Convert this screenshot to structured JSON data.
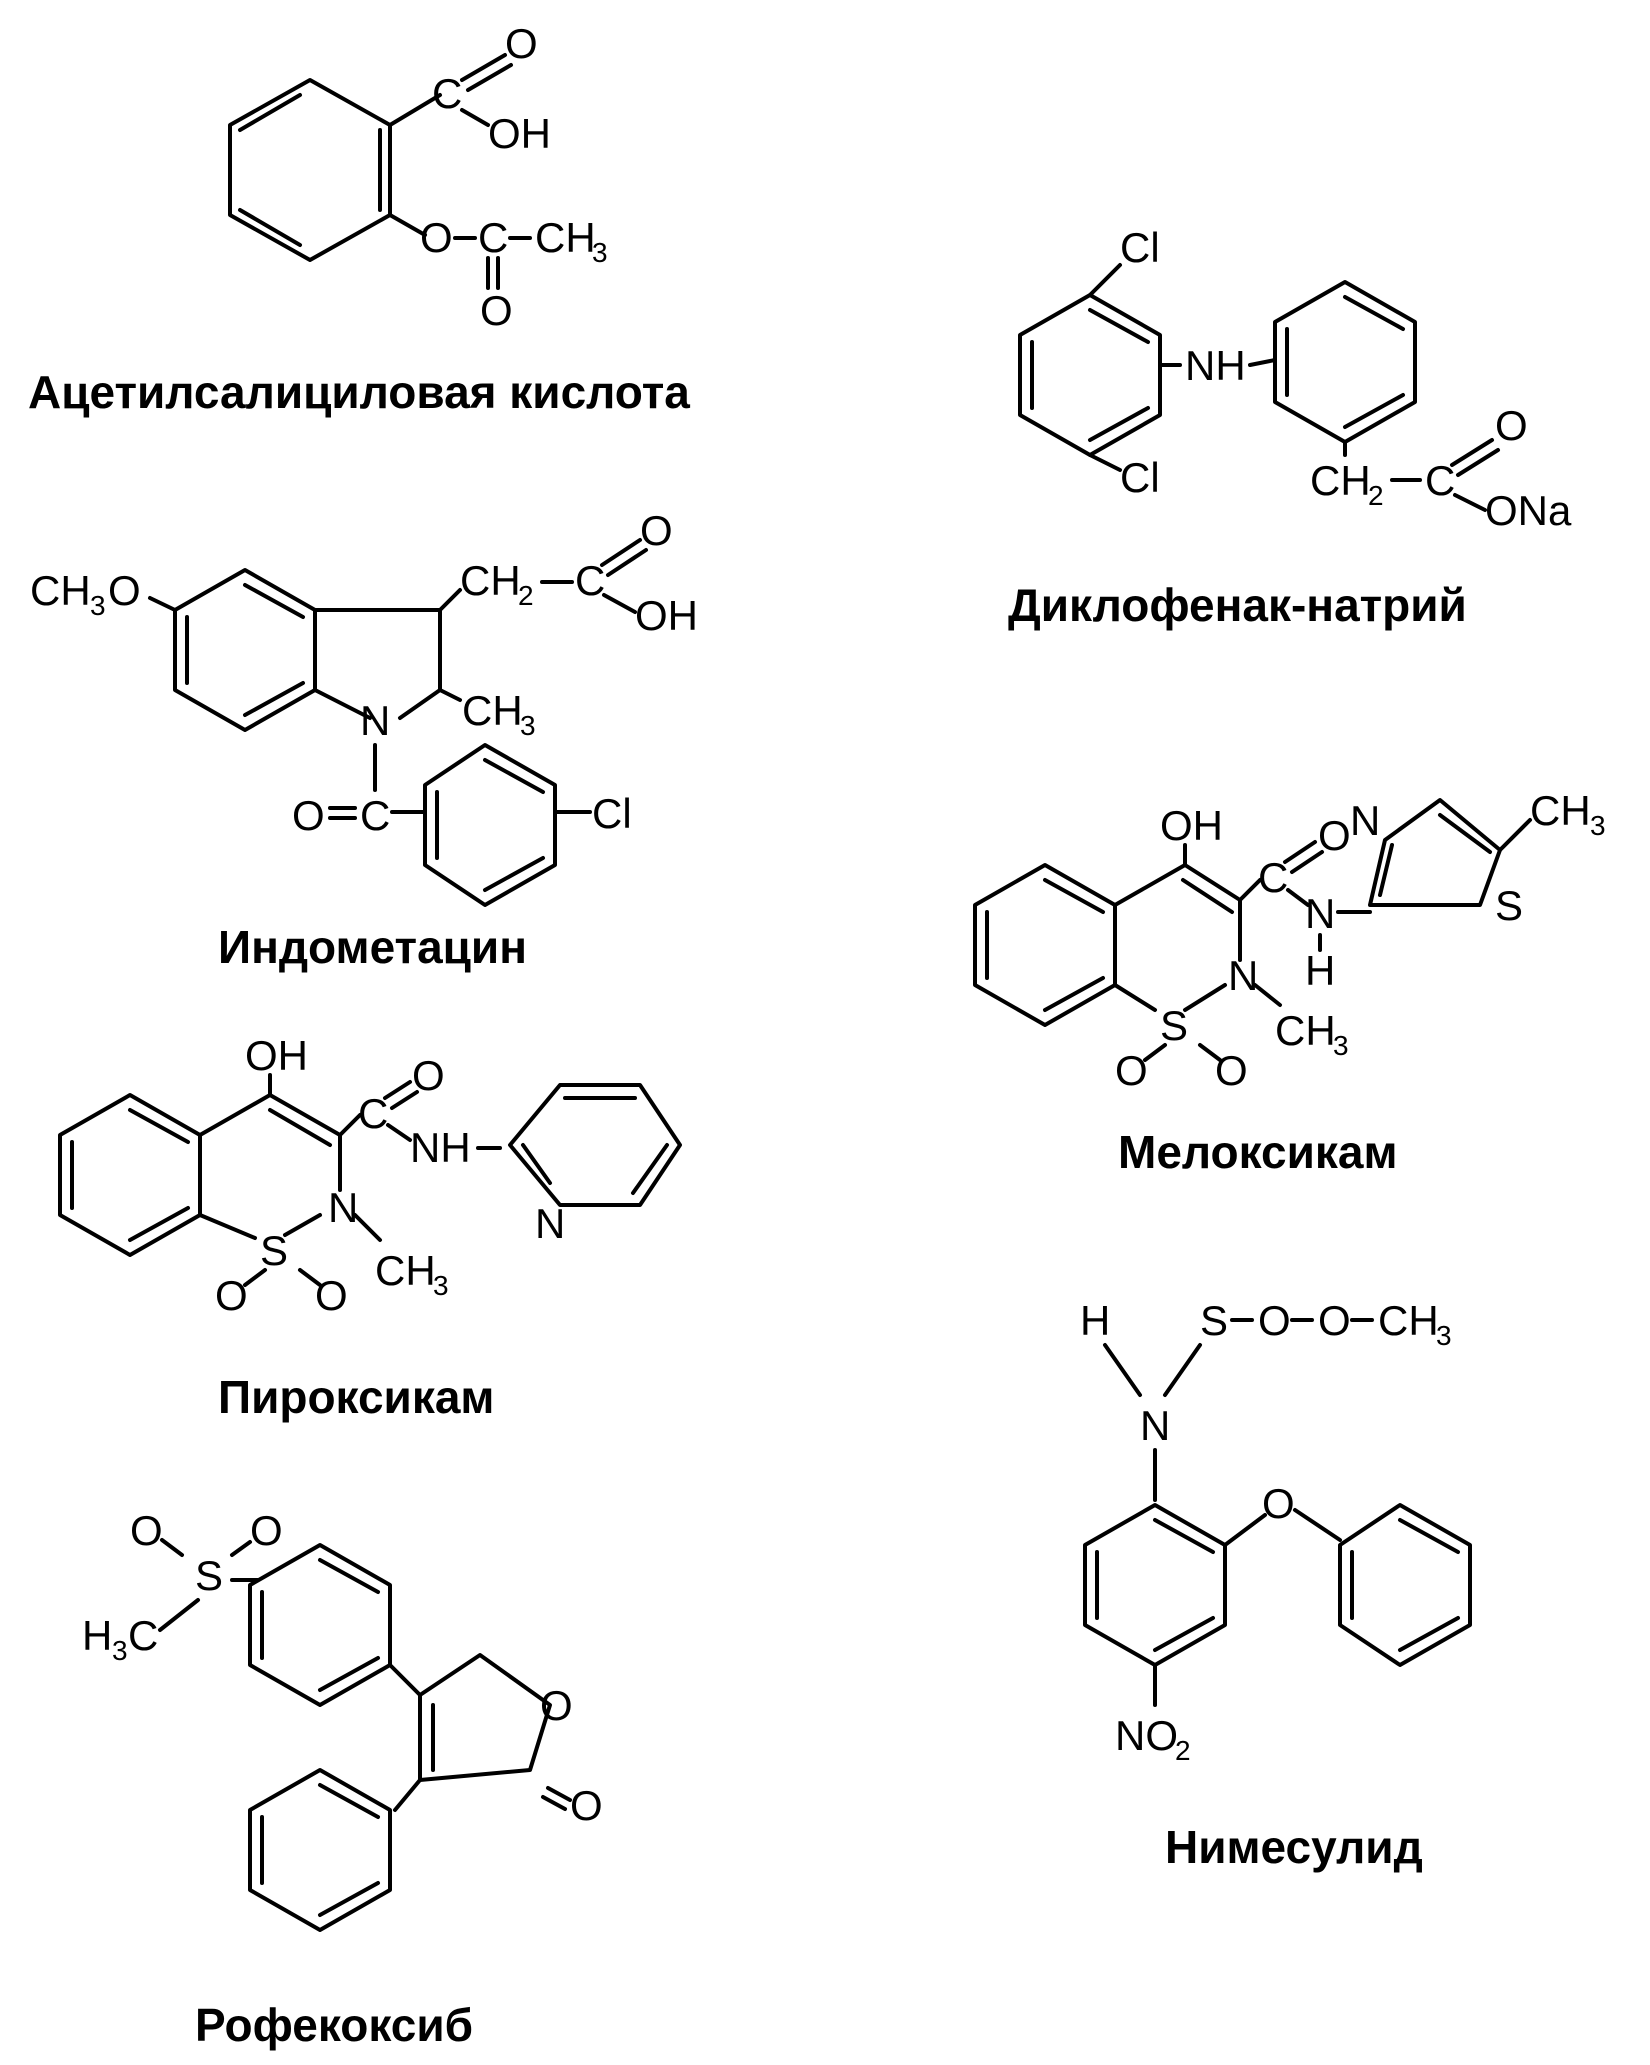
{
  "compounds": [
    {
      "id": "aspirin",
      "name": "Ацетилсалициловая кислота"
    },
    {
      "id": "diclofenac",
      "name": "Диклофенак-натрий"
    },
    {
      "id": "indomethacin",
      "name": "Индометацин"
    },
    {
      "id": "meloxicam",
      "name": "Мелоксикам"
    },
    {
      "id": "piroxicam",
      "name": "Пироксикам"
    },
    {
      "id": "nimesulide",
      "name": "Нимесулид"
    },
    {
      "id": "rofecoxib",
      "name": "Рофекоксиб"
    }
  ],
  "atoms": {
    "C": "C",
    "O": "O",
    "OH": "OH",
    "CH3": "CH",
    "H": "H",
    "H3": "H",
    "N": "N",
    "NH": "NH",
    "S": "S",
    "Cl": "Cl",
    "Na": "ONa",
    "CH2": "CH",
    "NO": "NO",
    "CH3O": "CH",
    "sub2": "2",
    "sub3": "3"
  }
}
